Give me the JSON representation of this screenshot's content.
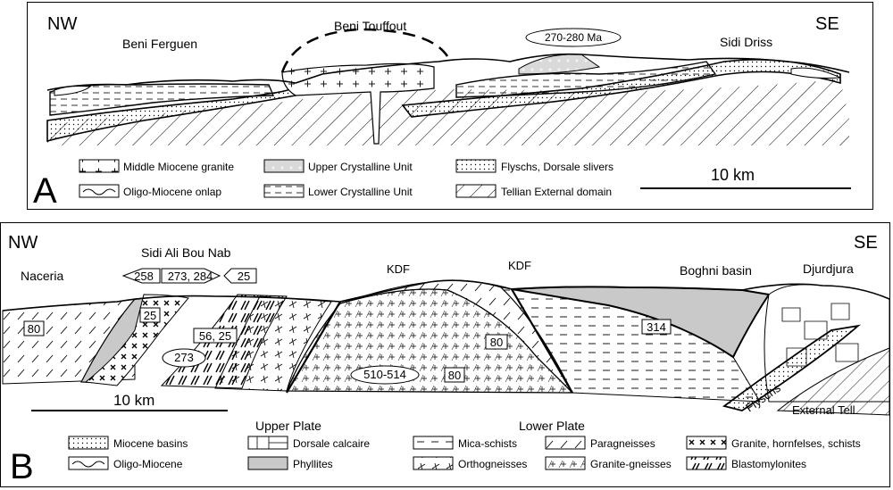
{
  "panel_a": {
    "letter": "A",
    "nw": "NW",
    "se": "SE",
    "places": {
      "beni_ferguen": "Beni Ferguen",
      "beni_touffout": "Beni Touffout",
      "sidi_driss": "Sidi Driss"
    },
    "age_label": "270-280 Ma",
    "legend": {
      "granite": "Middle Miocene granite",
      "onlap": "Oligo-Miocene onlap",
      "upper_cryst": "Upper Crystalline Unit",
      "lower_cryst": "Lower Crystalline Unit",
      "flyschs": "Flyschs, Dorsale slivers",
      "tellian": "Tellian External domain"
    },
    "scale": "10 km"
  },
  "panel_b": {
    "letter": "B",
    "nw": "NW",
    "se": "SE",
    "places": {
      "sidi_ali": "Sidi Ali Bou Nab",
      "naceria": "Naceria",
      "boghni": "Boghni basin",
      "djurdjura": "Djurdjura",
      "flyschs": "Flyschs",
      "external_tell": "External Tell"
    },
    "kdf1": "KDF",
    "kdf2": "KDF",
    "ages": {
      "a258": "258",
      "a273_284": "273, 284",
      "a25_top": "25",
      "a80_left": "80",
      "a25_left": "25",
      "a56_25": "56, 25",
      "a273": "273",
      "a510": "510-514",
      "a80_lower": "80",
      "a80_mid": "80",
      "a314": "314"
    },
    "scale": "10 km",
    "upper_plate": "Upper Plate",
    "lower_plate": "Lower    Plate",
    "legend": {
      "miocene": "Miocene basins",
      "oligo": "Oligo-Miocene",
      "dorsale": "Dorsale calcaire",
      "phyllites": "Phyllites",
      "mica": "Mica-schists",
      "ortho": "Orthogneisses",
      "para": "Paragneisses",
      "granite_gneisses": "Granite-gneisses",
      "granite_horn": "Granite, hornfelses, schists",
      "blasto": "Blastomylonites"
    }
  }
}
